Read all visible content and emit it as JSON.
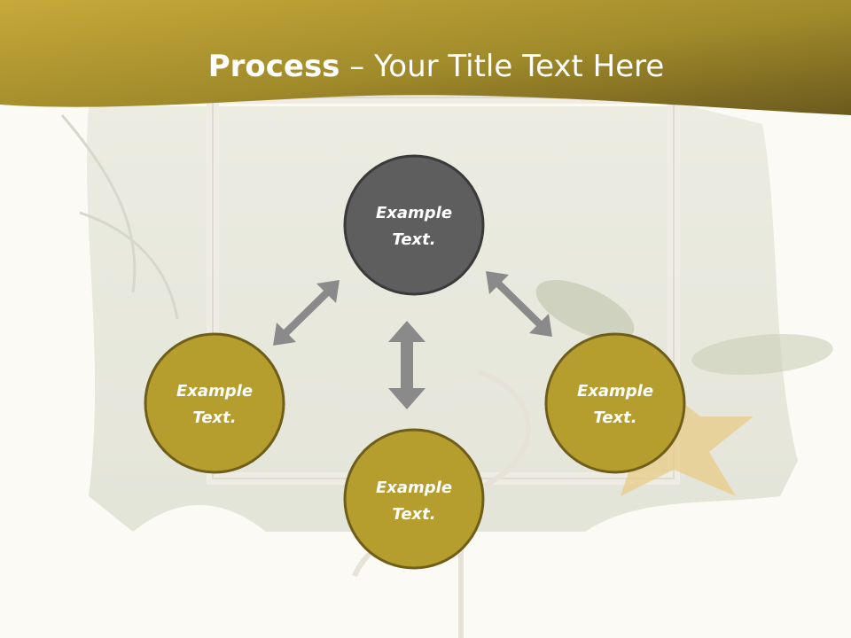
{
  "slide": {
    "title_bold": "Process",
    "title_rest": " – Your Title Text Here"
  },
  "colors": {
    "header_dark": "#6b5a1e",
    "header_gold": "#b39a2e",
    "node_top": "#5e5e5e",
    "node_gold": "#b59e2e",
    "node_border": "#3a3a3a",
    "node_gold_border": "#6e5e1a",
    "arrow": "#8a8a8a"
  },
  "nodes": [
    {
      "id": "top",
      "line1": "Example",
      "line2": "Text."
    },
    {
      "id": "left",
      "line1": "Example",
      "line2": "Text."
    },
    {
      "id": "right",
      "line1": "Example",
      "line2": "Text."
    },
    {
      "id": "bottom",
      "line1": "Example",
      "line2": "Text."
    }
  ]
}
